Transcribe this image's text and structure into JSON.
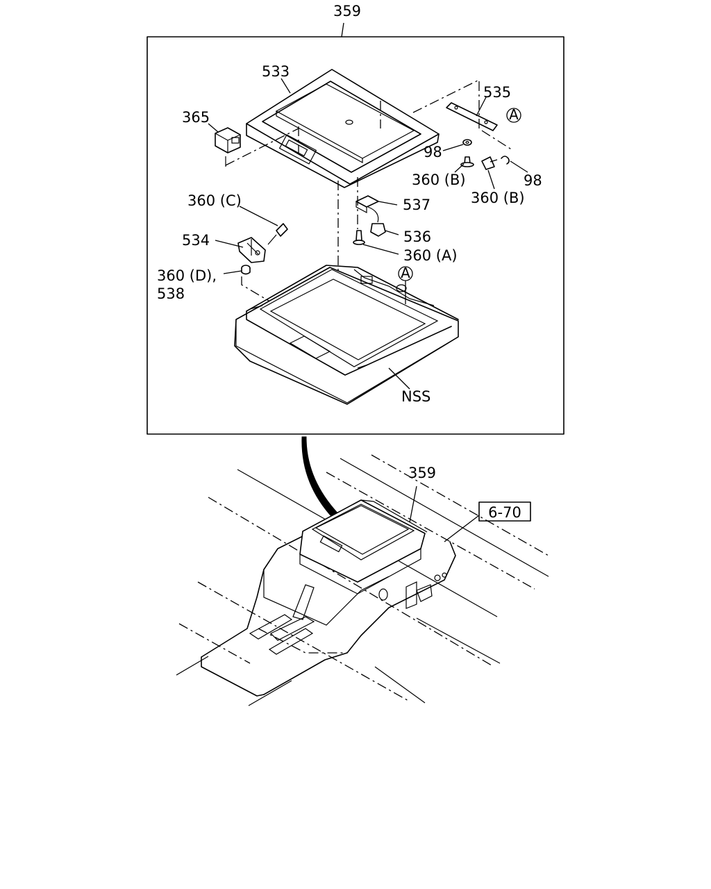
{
  "callouts": {
    "assembly": "359",
    "lid": "533",
    "switch": "365",
    "bracket_a_ref": "535",
    "circle_a_top": "A",
    "washer_left": "98",
    "washer_right": "98",
    "screw_b_left": "360 (B)",
    "screw_b_right": "360 (B)",
    "screw_c": "360 (C)",
    "latch": "534",
    "screw_d_line1": "360 (D),",
    "screw_d_line2": "538",
    "clip": "537",
    "lamp": "536",
    "screw_a": "360 (A)",
    "circle_a_bottom": "A",
    "box": "NSS",
    "assembly_overview": "359",
    "ref_page": "6-70"
  }
}
